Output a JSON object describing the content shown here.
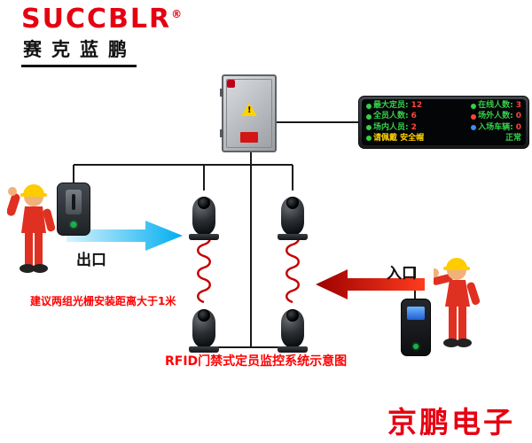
{
  "brand": {
    "logo": "SUCCBLR",
    "reg": "®",
    "name": "赛克蓝鹏"
  },
  "led_display": {
    "rows": [
      {
        "left": {
          "label": "最大定员:",
          "value": "12"
        },
        "right": {
          "label": "在线人数:",
          "value": "3"
        }
      },
      {
        "left": {
          "label": "全员人数:",
          "value": "6"
        },
        "right": {
          "label": "场外人数:",
          "value": "0"
        }
      },
      {
        "left": {
          "label": "场内人员:",
          "value": "2"
        },
        "right": {
          "label": "入场车辆:",
          "value": "0"
        }
      }
    ],
    "footer": {
      "message": "请佩戴 安全帽",
      "status": "正常"
    }
  },
  "labels": {
    "exit": "出口",
    "entrance": "入口",
    "install_note": "建议两组光栅安装距离大于1米",
    "caption": "RFID门禁式定员监控系统示意图",
    "watermark": "京鹏电子"
  },
  "icons": {
    "warning": "电箱警示标志",
    "person": "人员图标"
  },
  "colors": {
    "brand_red": "#e60012",
    "note_red": "#ff0000",
    "led_label_green": "#35d04b",
    "led_value_red": "#ff4538",
    "led_warn_yellow": "#ffd400",
    "exit_arrow_cyan": "#00aeef",
    "entrance_arrow_red": "#c40000",
    "cable_red": "#c40000",
    "helmet_yellow": "#ffcc00",
    "suit_red": "#e03022"
  }
}
